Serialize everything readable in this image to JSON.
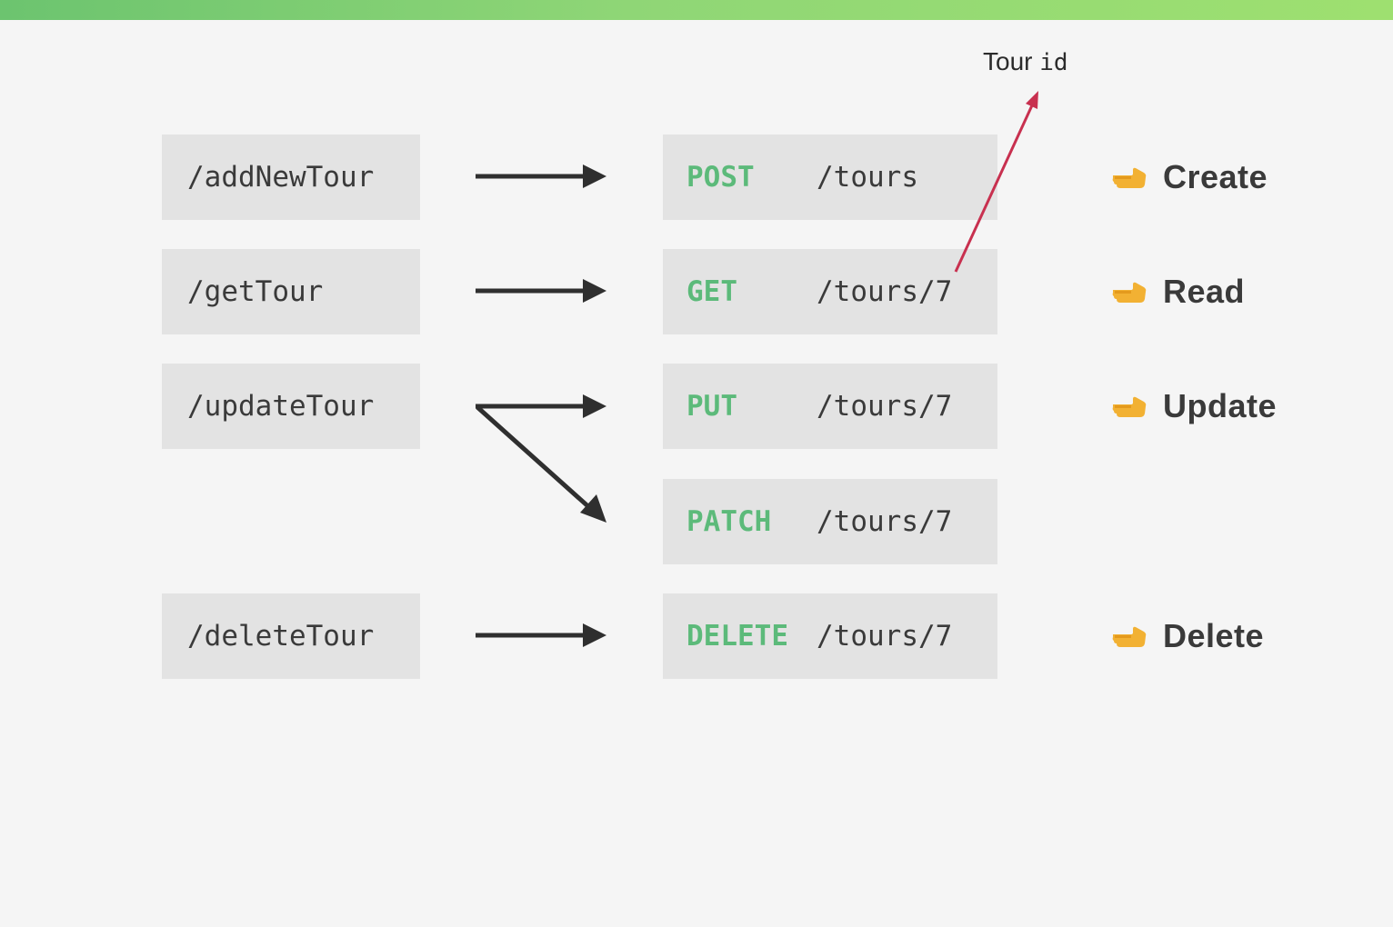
{
  "rows": [
    {
      "left": "/addNewTour",
      "method": "POST",
      "route": "/tours",
      "operation": "Create"
    },
    {
      "left": "/getTour",
      "method": "GET",
      "route": "/tours/7",
      "operation": "Read"
    },
    {
      "left": "/updateTour",
      "method": "PUT",
      "route": "/tours/7",
      "operation": "Update"
    },
    {
      "left": "",
      "method": "PATCH",
      "route": "/tours/7",
      "operation": ""
    },
    {
      "left": "/deleteTour",
      "method": "DELETE",
      "route": "/tours/7",
      "operation": "Delete"
    }
  ],
  "annotation": {
    "label_word": "Tour",
    "label_code": "id"
  },
  "colors": {
    "method": "#5cba7a",
    "annotation_arrow": "#c8304f",
    "arrow": "#2f2f2f",
    "box": "#e3e3e3",
    "hand": "#f2b133"
  },
  "icons": {
    "operation_marker": "pointing-hand-icon"
  }
}
